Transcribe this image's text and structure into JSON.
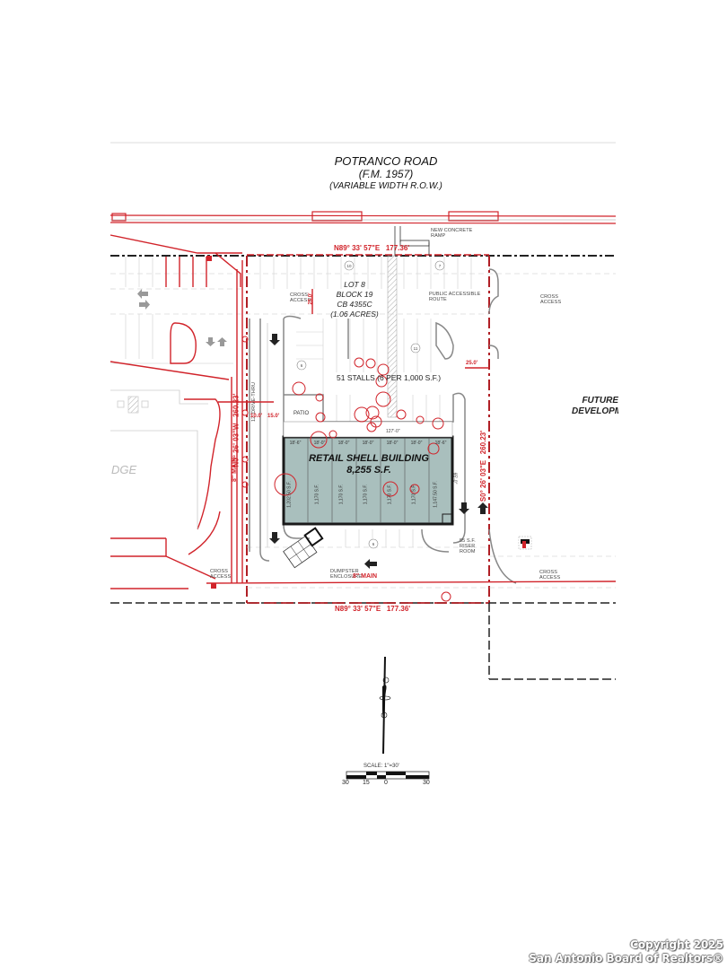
{
  "road": {
    "name": "POTRANCO ROAD",
    "designation": "(F.M. 1957)",
    "row": "(VARIABLE WIDTH R.O.W.)"
  },
  "lot": {
    "line1": "LOT 8",
    "line2": "BLOCK 19",
    "line3": "CB 4355C",
    "line4": "(1.06 ACRES)"
  },
  "parking": {
    "stalls_label": "51 STALLS (6 PER 1,000 S.F.)",
    "stall_counts": [
      "10",
      "7",
      "11",
      "6",
      "6"
    ]
  },
  "building": {
    "title": "RETAIL SHELL BUILDING",
    "area": "8,255 S.F.",
    "depth": "65'-0\"",
    "front_dim": "127'-0\"",
    "bay_widths": [
      "18'-6\"",
      "18'-0\"",
      "18'-0\"",
      "18'-0\"",
      "18'-0\"",
      "18'-0\"",
      "18'-6\""
    ],
    "bay_areas": [
      "1,202.50 S.F.",
      "1,170 S.F.",
      "1,170 S.F.",
      "1,170 S.F.",
      "1,170 S.F.",
      "1,170 S.F.",
      "1,147.50 S.F."
    ]
  },
  "labels": {
    "new_ramp": "NEW CONCRETE RAMP",
    "cross_access_nw": "CROSS ACCESS",
    "cross_access_ne": "CROSS ACCESS",
    "cross_access_sw": "CROSS ACCESS",
    "cross_access_se": "CROSS ACCESS",
    "public_route": "PUBLIC ACCESSIBLE ROUTE",
    "patio": "PATIO",
    "drive_thru": "12' DRIVE-THRU",
    "dumpster": "DUMPSTER ENCLOSURE",
    "riser_room": "55 S.F. RISER ROOM",
    "future_dev": "FUTURE DEVELOPMENT",
    "adjacent_bldg": "DGE"
  },
  "survey": {
    "north_line": "N89° 33' 57\"E   177.36'",
    "south_line": "N89° 33' 57\"E   177.36'",
    "east_line": "S0° 26' 03\"E   260.23'",
    "west_line": "N0° 26' 03\"W   260.23'",
    "setback_north": "25.0'",
    "setback_east": "25.0'",
    "offset_a": "10.0'",
    "offset_b": "15.0'",
    "water_main_west": "8\" MAIN",
    "water_main_south": "8\" MAIN"
  },
  "scale": {
    "label": "SCALE: 1\"=30'",
    "ticks": [
      "30",
      "15",
      "0",
      "30"
    ]
  },
  "colors": {
    "red": "#d1232a",
    "building_fill": "#a9bfbd",
    "line_gray": "#8a8a8a",
    "dark": "#1a1a1a"
  },
  "footer": {
    "line1": "Copyright 2025",
    "line2": "San Antonio Board of Realtors®"
  }
}
